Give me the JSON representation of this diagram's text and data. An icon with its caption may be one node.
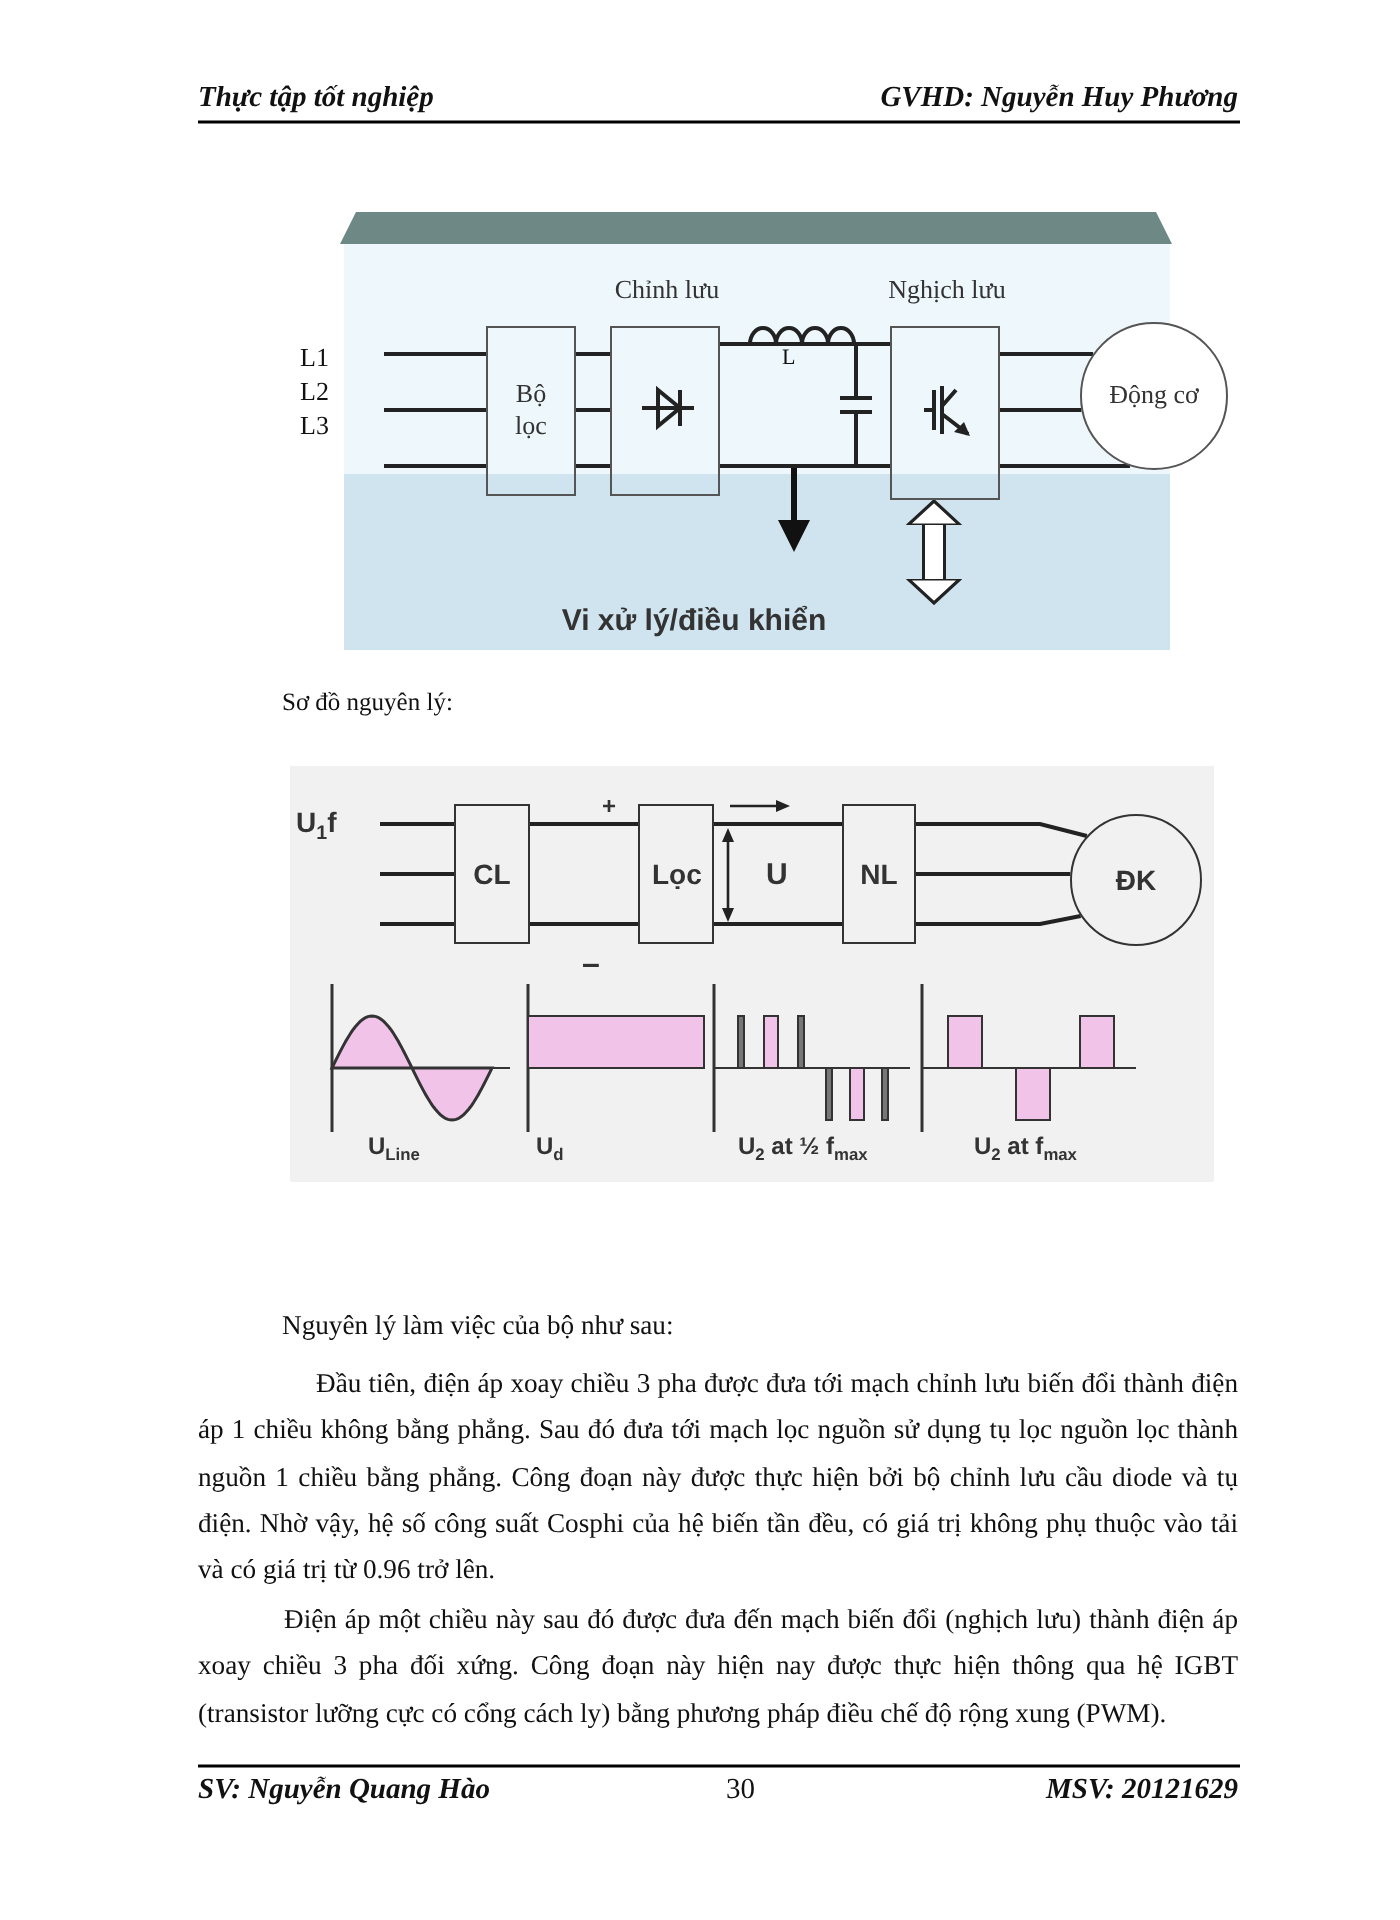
{
  "diagram": {
    "nodes": [
      {
        "text": [
          "Bộ lọc"
        ]
      },
      {
        "text": [
          "Chỉnh lưu"
        ]
      },
      {
        "text": [
          "Nghịch lưu"
        ]
      },
      {
        "text": [
          "Động cơ"
        ]
      },
      {
        "text": [
          "Vi xử lý/điều khiển"
        ]
      },
      {
        "text": [
          "CL"
        ]
      },
      {
        "text": [
          "Lọc"
        ]
      },
      {
        "text": [
          "NL"
        ]
      },
      {
        "text": [
          "ĐK"
        ]
      }
    ],
    "edges": [
      {
        "from": null,
        "to": 0,
        "arrow": "none"
      },
      {
        "from": null,
        "to": 0,
        "arrow": "none"
      },
      {
        "from": null,
        "to": 0,
        "arrow": "none"
      },
      {
        "from": 0,
        "to": 1,
        "arrow": "none"
      },
      {
        "from": 0,
        "to": 1,
        "arrow": "none"
      },
      {
        "from": 0,
        "to": 1,
        "arrow": "none"
      },
      {
        "from": 1,
        "to": 2,
        "arrow": "none"
      },
      {
        "from": 1,
        "to": 2,
        "arrow": "none"
      },
      {
        "from": 2,
        "to": 3,
        "arrow": "none"
      },
      {
        "from": 2,
        "to": 3,
        "arrow": "none"
      },
      {
        "from": 2,
        "to": 3,
        "arrow": "none"
      },
      {
        "from": 2,
        "to": 4,
        "arrow": "both",
        "style": "thick"
      },
      {
        "from": null,
        "to": 5,
        "arrow": "none"
      },
      {
        "from": null,
        "to": 5,
        "arrow": "none"
      },
      {
        "from": null,
        "to": 5,
        "arrow": "none"
      },
      {
        "from": 5,
        "to": 6,
        "arrow": "none"
      },
      {
        "from": 5,
        "to": 6,
        "arrow": "none"
      },
      {
        "from": 6,
        "to": 7,
        "arrow": "none"
      },
      {
        "from": 6,
        "to": 7,
        "arrow": "none"
      },
      {
        "from": 7,
        "to": 8,
        "arrow": "none"
      },
      {
        "from": 7,
        "to": 8,
        "arrow": "none"
      },
      {
        "from": 7,
        "to": 8,
        "arrow": "none"
      }
    ],
    "labels": [
      "Thực tập tốt nghiệp",
      "GVHD: Nguyễn Huy Phương",
      "L1",
      "L2",
      "L3",
      "L",
      "Sơ đồ nguyên lý:",
      "U$_{1}$f",
      "+",
      "U",
      "–",
      "U$_{Line}$",
      "U$_{d}$",
      "U$_{2}$ at ½ f$_{max}$",
      "U$_{2}$ at f$_{max}$",
      "Nguyên lý làm việc của bộ như sau:",
      "Đầu tiên, điện áp xoay chiều 3 pha được đưa tới mạch chỉnh lưu biến đổi thành điện áp 1 chiều không bằng phẳng. Sau đó đưa tới mạch lọc nguồn sử dụng tụ lọc nguồn lọc thành nguồn 1 chiều bằng phẳng. Công đoạn này được thực hiện bởi bộ chỉnh lưu cầu diode và tụ điện. Nhờ vậy, hệ số công suất Cosphi của hệ biến tần đều, có giá trị không phụ thuộc vào tải và có giá trị từ 0.96 trở lên.",
      "Điện áp một chiều này sau đó được đưa đến mạch biến đổi (nghịch lưu) thành điện áp xoay chiều 3 pha đối xứng. Công đoạn này hiện nay được thực hiện thông qua hệ IGBT (transistor lưỡng cực có cổng cách ly) bằng phương pháp điều chế độ rộng xung (PWM).",
      "SV: Nguyễn Quang Hào",
      "30",
      "MSV: 20121629"
    ]
  }
}
